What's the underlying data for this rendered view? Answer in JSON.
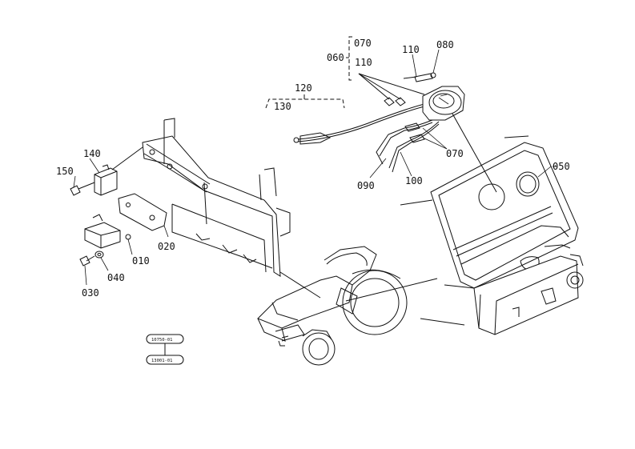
{
  "labels": {
    "p010": "010",
    "p020": "020",
    "p030": "030",
    "p040": "040",
    "p050": "050",
    "p060": "060",
    "p070_top": "070",
    "p070_right": "070",
    "p080": "080",
    "p090": "090",
    "p100": "100",
    "p110_a": "110",
    "p110_b": "110",
    "p120": "120",
    "p130": "130",
    "p140": "140",
    "p150": "150"
  },
  "codes": {
    "code_top": "10750-01",
    "code_bottom": "13001-01"
  }
}
